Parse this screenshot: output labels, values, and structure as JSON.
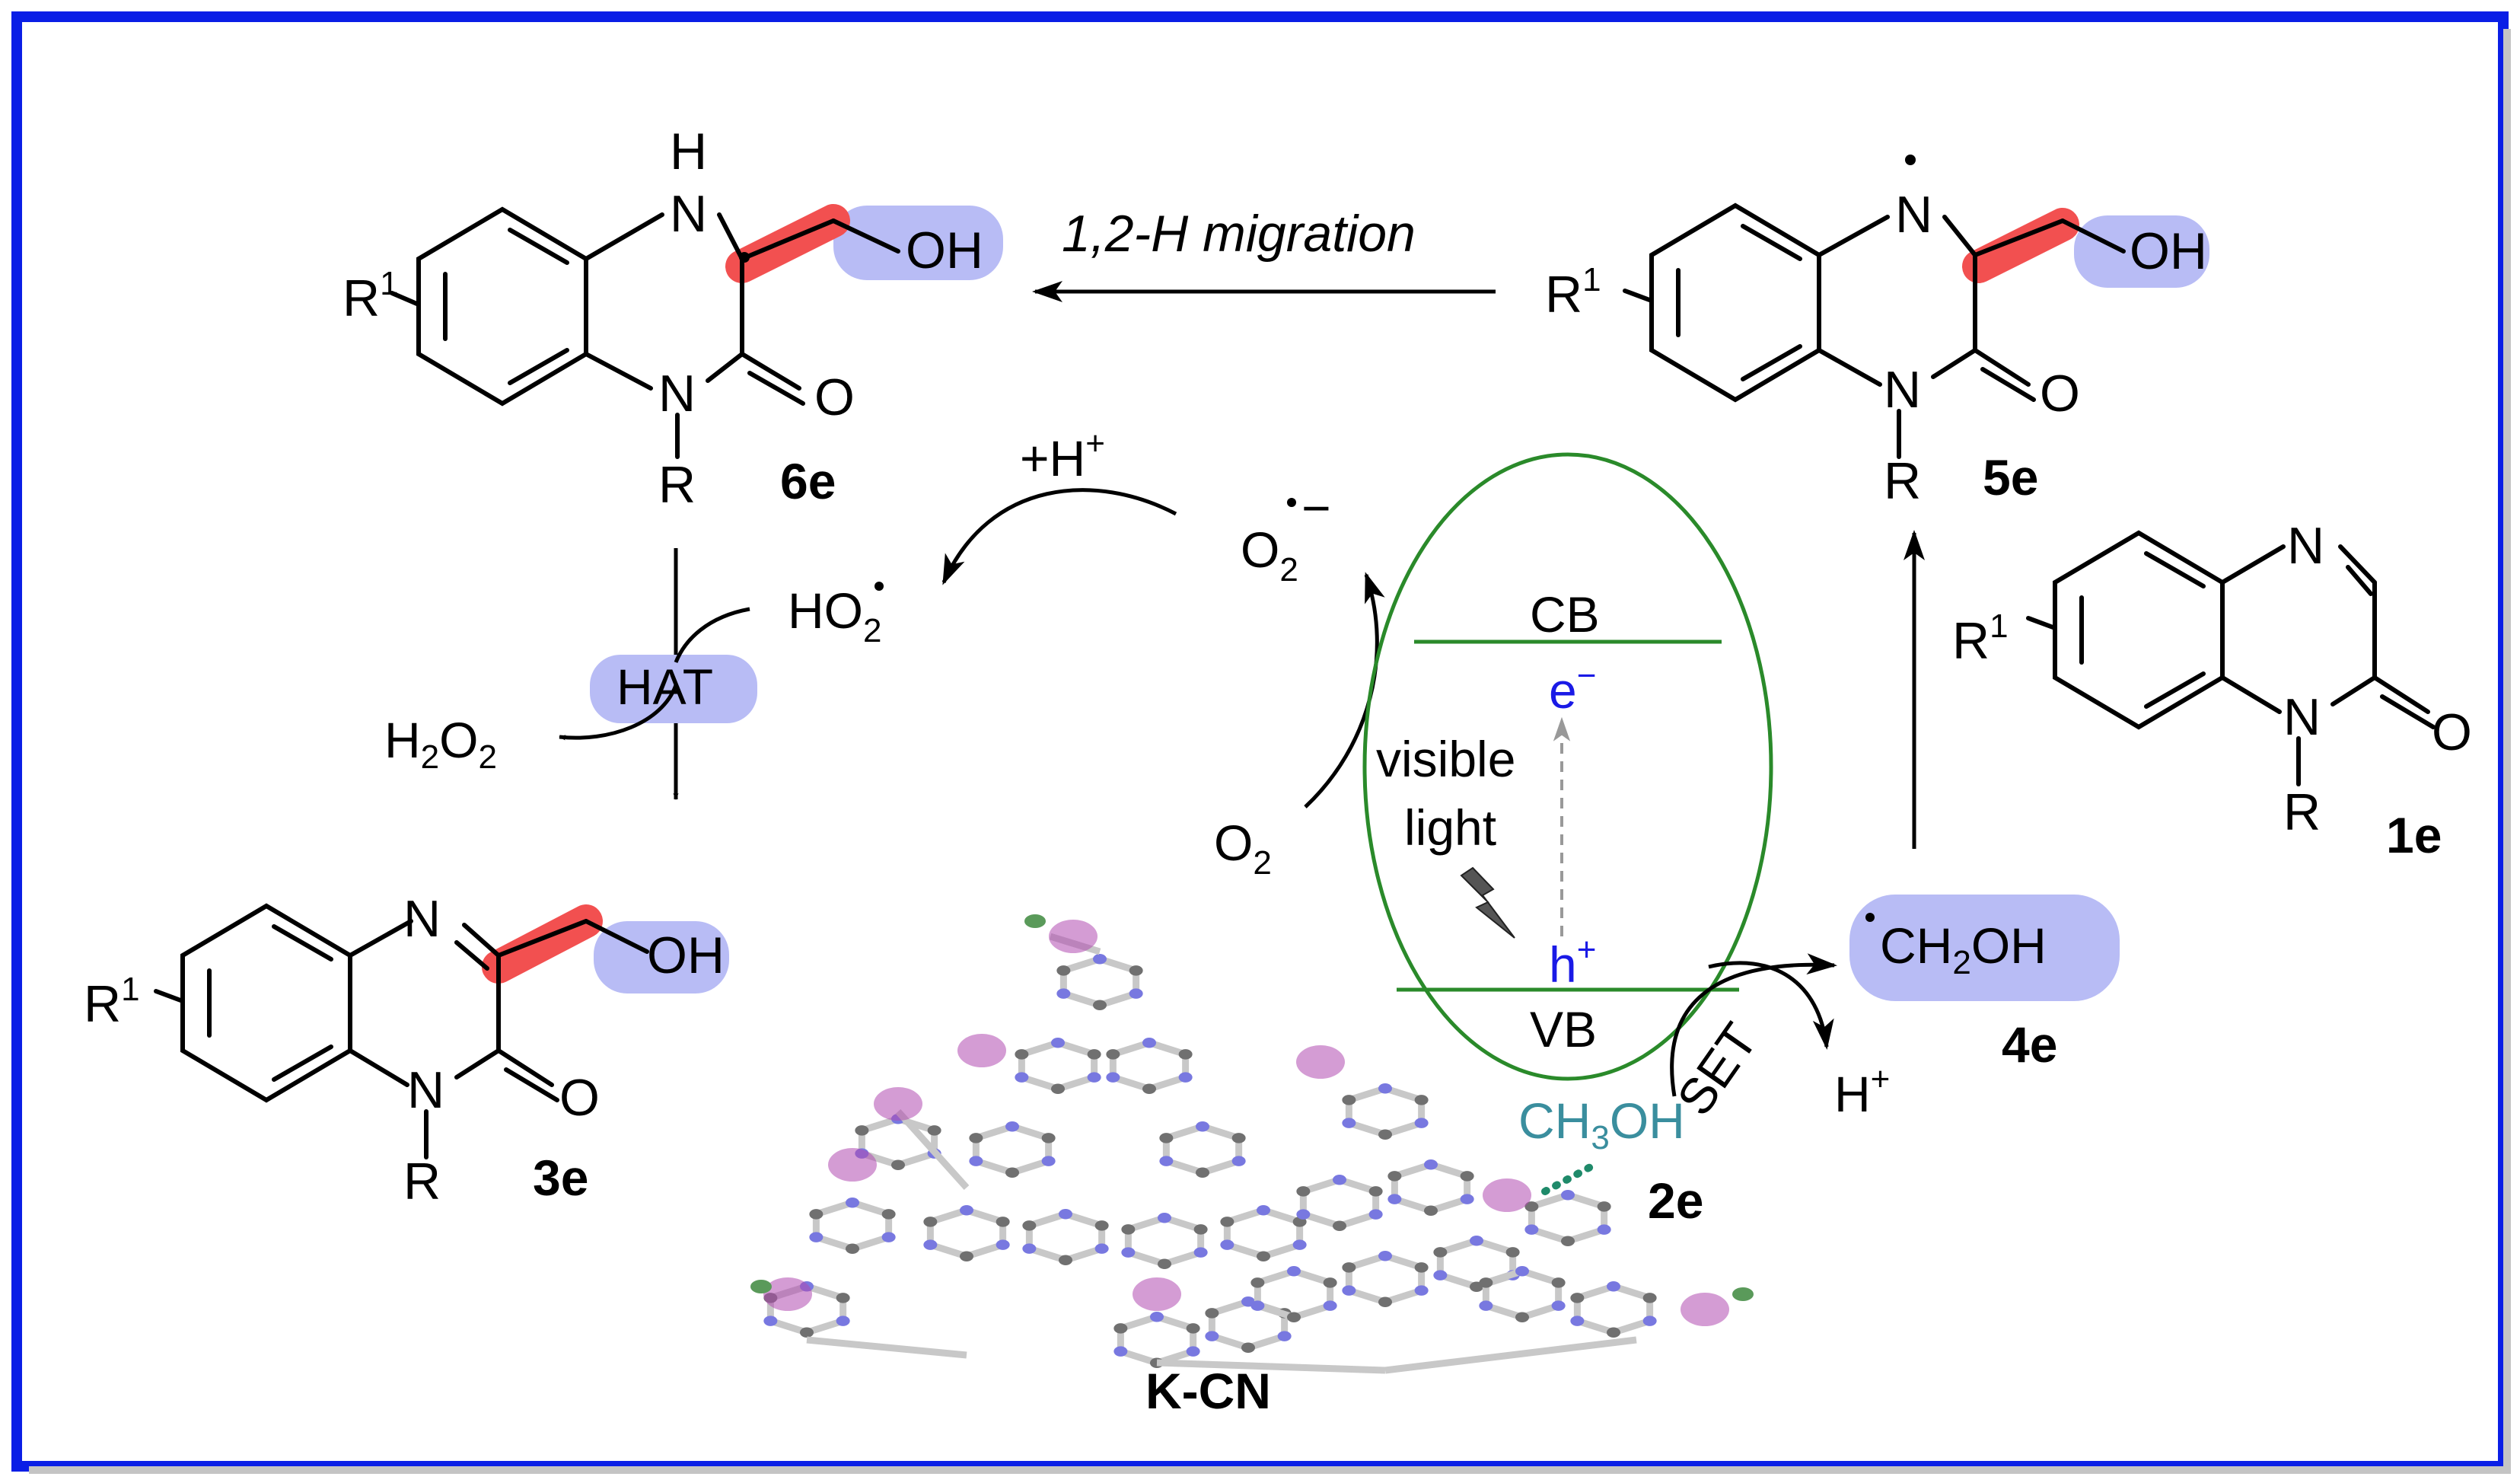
{
  "colors": {
    "frame": "#0a1ee6",
    "highlight_red": "#f25050",
    "highlight_blue": "#b8bcf5",
    "band_green": "#2a8a2a",
    "charge_blue": "#1a1ae6",
    "methanol_teal": "#3a8e9e",
    "node_blue": "#7878e0",
    "node_gray": "#707070",
    "node_pink": "#b04ab0"
  },
  "compounds": {
    "c6e": {
      "id": "6e",
      "r1": "R",
      "r1_sup": "1",
      "oh": "OH",
      "nh_h": "H",
      "n1": "N",
      "n2": "N",
      "o": "O",
      "r": "R"
    },
    "c5e": {
      "id": "5e",
      "r1": "R",
      "r1_sup": "1",
      "oh": "OH",
      "n1": "N",
      "n2": "N",
      "o": "O",
      "r": "R"
    },
    "c3e": {
      "id": "3e",
      "r1": "R",
      "r1_sup": "1",
      "oh": "OH",
      "n1": "N",
      "n2": "N",
      "o": "O",
      "r": "R"
    },
    "c1e": {
      "id": "1e",
      "r1": "R",
      "r1_sup": "1",
      "n1": "N",
      "n2": "N",
      "o": "O",
      "r": "R"
    },
    "c4e": {
      "id": "4e",
      "formula": "CH",
      "sub": "2",
      "tail": "OH"
    },
    "c2e": {
      "id": "2e",
      "formula": "CH",
      "sub": "3",
      "tail": "OH"
    }
  },
  "species": {
    "h_plus_top": {
      "base": "+H",
      "sup": "+"
    },
    "ho2": {
      "base": "HO",
      "sub": "2"
    },
    "o2_radical": {
      "base": "O",
      "sub": "2",
      "sup": "−"
    },
    "o2": {
      "base": "O",
      "sub": "2"
    },
    "h2o2": {
      "a": "H",
      "sub1": "2",
      "b": "O",
      "sub2": "2"
    },
    "h_plus_right": {
      "base": "H",
      "sup": "+"
    }
  },
  "labels": {
    "migration": "1,2-H migration",
    "hat": "HAT",
    "set": "SET",
    "cb": "CB",
    "vb": "VB",
    "electron": "e",
    "electron_sup": "−",
    "hole": "h",
    "hole_sup": "+",
    "visible": "visible",
    "light": "light",
    "catalyst": "K-CN"
  }
}
